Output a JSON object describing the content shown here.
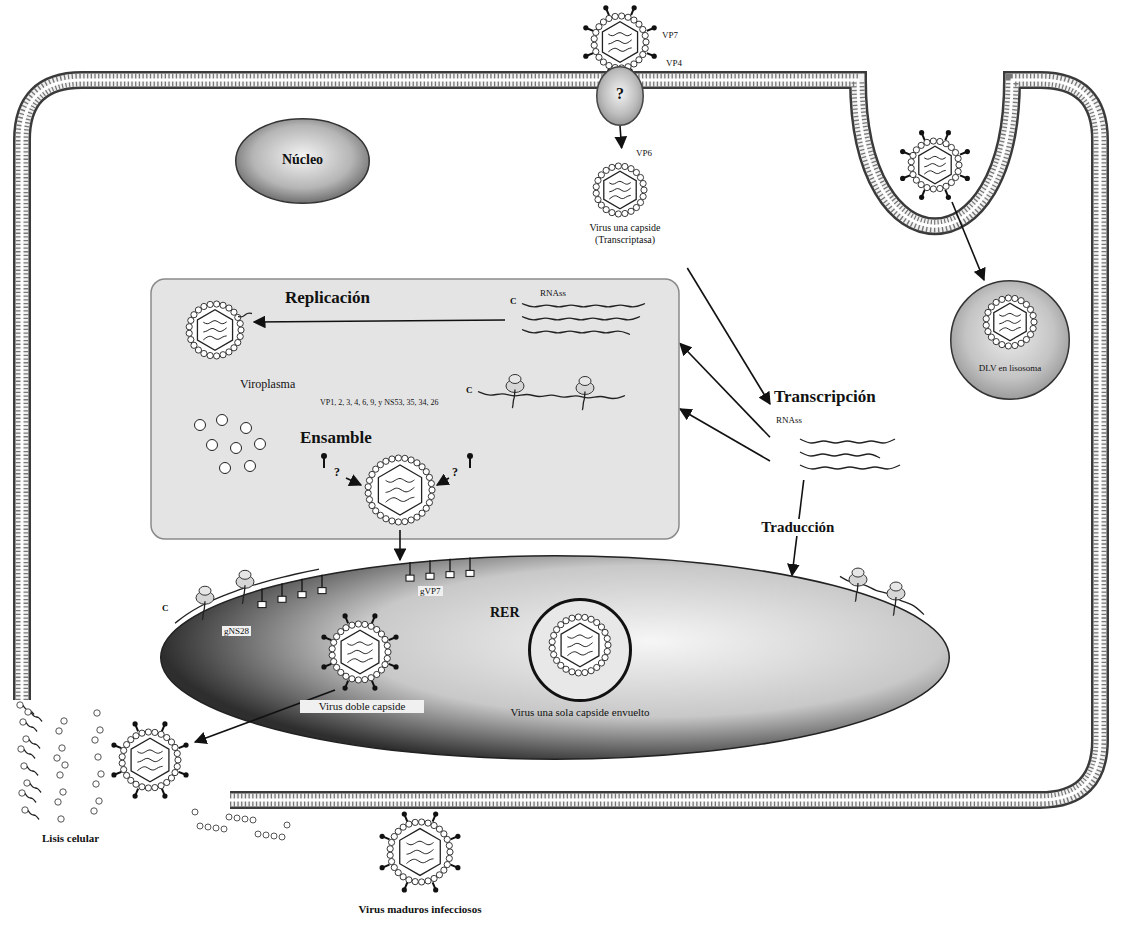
{
  "diagram": {
    "nodes": [
      {
        "text": [
          "?"
        ]
      },
      {
        "text": [
          "Núcleo"
        ]
      },
      {
        "text": [
          "VP6",
          "Virus una capside (Transcriptasa)"
        ]
      },
      {
        "text": [
          "Viroplasma"
        ]
      },
      {
        "text": [
          "DLV en lisosoma"
        ]
      },
      {
        "text": [
          "Transcripción",
          "RNAss"
        ]
      },
      {
        "text": [
          "RER"
        ]
      },
      {
        "text": [
          "Virus una sola capside envuelto"
        ],
        "in": 6
      }
    ],
    "edges": [
      {
        "from": 0,
        "to": 2,
        "arrow": "to"
      },
      {
        "from": 2,
        "to": 5,
        "arrow": "to"
      },
      {
        "from": 5,
        "to": 3,
        "arrow": "to"
      },
      {
        "from": 5,
        "to": 3,
        "arrow": "to"
      },
      {
        "from": 5,
        "to": 6,
        "label": "Traducción",
        "arrow": "to"
      }
    ],
    "labels": [
      "VP7",
      "VP4",
      "Replicación",
      "RNAss",
      "Ensamble",
      "VP1, 2, 3, 4, 6, 9, y NS53, 35, 34, 26",
      "?",
      "?",
      "C",
      "C",
      "C",
      "gNS28",
      "gVP7",
      "Virus doble capside",
      "Lisis celular",
      "Virus maduros infecciosos"
    ]
  }
}
